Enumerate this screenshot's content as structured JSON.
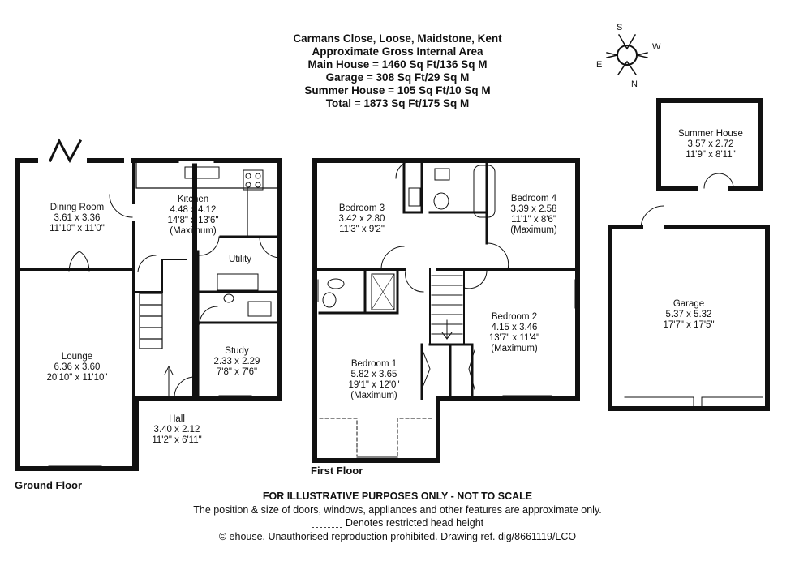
{
  "header": {
    "address": "Carmans Close, Loose, Maidstone, Kent",
    "area_title": "Approximate Gross Internal Area",
    "main_house": "Main House = 1460 Sq Ft/136 Sq M",
    "garage": "Garage = 308 Sq Ft/29 Sq M",
    "summer_house": "Summer House = 105 Sq Ft/10 Sq M",
    "total": "Total = 1873 Sq Ft/175 Sq M"
  },
  "compass": {
    "s": "S",
    "w": "W",
    "e": "E",
    "n": "N"
  },
  "floors": {
    "ground": "Ground Floor",
    "first": "First Floor"
  },
  "rooms": {
    "dining": {
      "name": "Dining Room",
      "metric": "3.61 x 3.36",
      "imperial": "11'10\" x 11'0\""
    },
    "kitchen": {
      "name": "Kitchen",
      "metric": "4.48 x 4.12",
      "imperial": "14'8\" x 13'6\"",
      "note": "(Maximum)"
    },
    "utility": {
      "name": "Utility"
    },
    "lounge": {
      "name": "Lounge",
      "metric": "6.36 x 3.60",
      "imperial": "20'10\" x 11'10\""
    },
    "study": {
      "name": "Study",
      "metric": "2.33 x 2.29",
      "imperial": "7'8\" x 7'6\""
    },
    "hall": {
      "name": "Hall",
      "metric": "3.40 x 2.12",
      "imperial": "11'2\" x 6'11\""
    },
    "bedroom3": {
      "name": "Bedroom 3",
      "metric": "3.42 x 2.80",
      "imperial": "11'3\" x 9'2\""
    },
    "bedroom4": {
      "name": "Bedroom 4",
      "metric": "3.39 x 2.58",
      "imperial": "11'1\" x 8'6\"",
      "note": "(Maximum)"
    },
    "bedroom2": {
      "name": "Bedroom 2",
      "metric": "4.15 x 3.46",
      "imperial": "13'7\" x 11'4\"",
      "note": "(Maximum)"
    },
    "bedroom1": {
      "name": "Bedroom 1",
      "metric": "5.82 x 3.65",
      "imperial": "19'1\" x 12'0\"",
      "note": "(Maximum)"
    },
    "summer": {
      "name": "Summer House",
      "metric": "3.57 x 2.72",
      "imperial": "11'9\" x 8'11\""
    },
    "garage": {
      "name": "Garage",
      "metric": "5.37 x 5.32",
      "imperial": "17'7\" x 17'5\""
    }
  },
  "footer": {
    "disclaimer": "FOR ILLUSTRATIVE PURPOSES ONLY - NOT TO SCALE",
    "note": "The position & size of doors, windows, appliances and other features are approximate only.",
    "legend": "Denotes restricted head height",
    "copyright": "© ehouse. Unauthorised reproduction prohibited. Drawing ref. dig/8661119/LCO"
  }
}
